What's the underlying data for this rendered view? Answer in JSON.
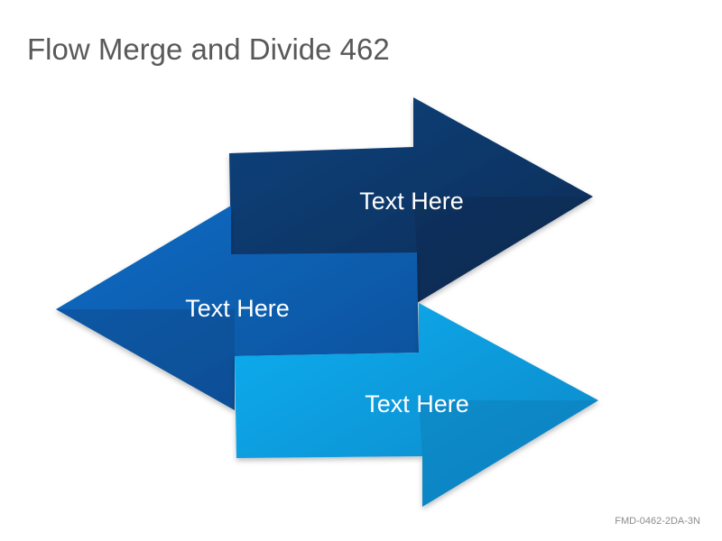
{
  "slide": {
    "title": "Flow Merge and Divide 462",
    "footer_code": "FMD-0462-2DA-3N"
  },
  "arrows": [
    {
      "label": "Text Here"
    },
    {
      "label": "Text Here"
    },
    {
      "label": "Text Here"
    }
  ],
  "colors": {
    "title_text": "#595959",
    "arrow_dark": "#0B3A6E",
    "arrow_medium": "#0A63B6",
    "arrow_light": "#0AA6EA",
    "label_text": "#FFFFFF",
    "footer_text": "#8C8C8C"
  }
}
